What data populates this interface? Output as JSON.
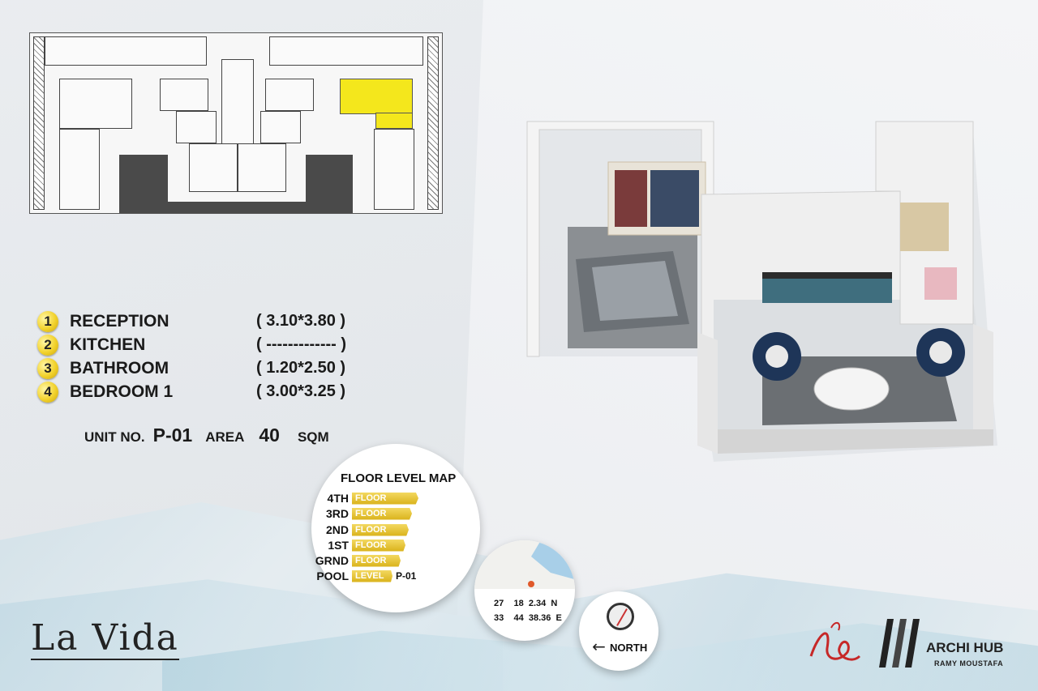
{
  "rooms": [
    {
      "num": "1",
      "name": "RECEPTION",
      "dim": "( 3.10*3.80 )"
    },
    {
      "num": "2",
      "name": "KITCHEN",
      "dim": "( ------------- )"
    },
    {
      "num": "3",
      "name": "BATHROOM",
      "dim": "( 1.20*2.50 )"
    },
    {
      "num": "4",
      "name": "BEDROOM 1",
      "dim": "( 3.00*3.25 )"
    }
  ],
  "unit": {
    "unit_label": "UNIT NO.",
    "unit_no": "P-01",
    "area_label": "AREA",
    "area_value": "40",
    "area_unit": "SQM"
  },
  "floor_level_map": {
    "title": "FLOOR LEVEL MAP",
    "levels": [
      {
        "label": "4TH",
        "tag": "FLOOR"
      },
      {
        "label": "3RD",
        "tag": "FLOOR"
      },
      {
        "label": "2ND",
        "tag": "FLOOR"
      },
      {
        "label": "1ST",
        "tag": "FLOOR"
      },
      {
        "label": "GRND",
        "tag": "FLOOR"
      },
      {
        "label": "POOL",
        "tag": "LEVEL"
      }
    ],
    "unit_marker": "P-01"
  },
  "location": {
    "lat_deg": "27",
    "lat_min": "18",
    "lat_sec": "2.34",
    "lat_dir": "N",
    "lon_deg": "33",
    "lon_min": "44",
    "lon_sec": "38.36",
    "lon_dir": "E"
  },
  "north_label": "NORTH",
  "brand_name": "La Vida",
  "studio": {
    "name": "ARCHI HUB",
    "designer": "RAMY MOUSTAFA"
  },
  "colors": {
    "highlight": "#f4e71c",
    "gold": "#d9b21a",
    "accent_blue": "#2f4f7a"
  },
  "icons": [
    "compass-icon",
    "north-arrow-icon",
    "map-pin-icon"
  ]
}
